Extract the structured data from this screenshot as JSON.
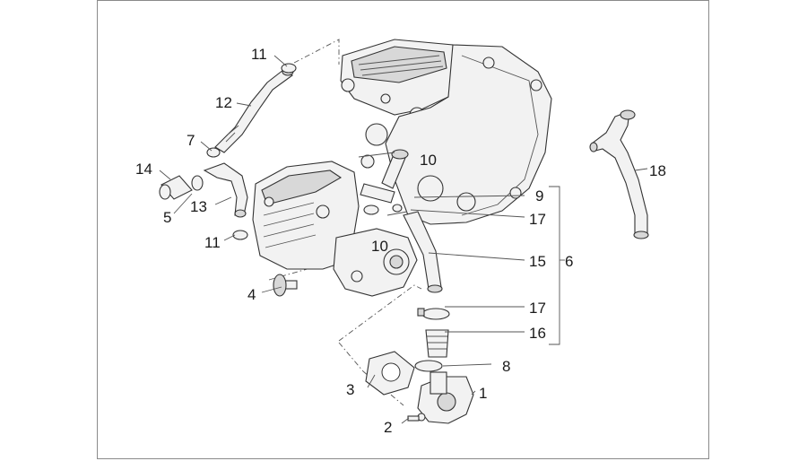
{
  "diagram": {
    "callouts": [
      {
        "id": "c1",
        "label": "1"
      },
      {
        "id": "c2",
        "label": "2"
      },
      {
        "id": "c3",
        "label": "3"
      },
      {
        "id": "c4",
        "label": "4"
      },
      {
        "id": "c5",
        "label": "5"
      },
      {
        "id": "c6",
        "label": "6"
      },
      {
        "id": "c7",
        "label": "7"
      },
      {
        "id": "c8",
        "label": "8"
      },
      {
        "id": "c9",
        "label": "9"
      },
      {
        "id": "c10a",
        "label": "10"
      },
      {
        "id": "c10b",
        "label": "10"
      },
      {
        "id": "c11a",
        "label": "11"
      },
      {
        "id": "c11b",
        "label": "11"
      },
      {
        "id": "c12",
        "label": "12"
      },
      {
        "id": "c13",
        "label": "13"
      },
      {
        "id": "c14",
        "label": "14"
      },
      {
        "id": "c15",
        "label": "15"
      },
      {
        "id": "c16",
        "label": "16"
      },
      {
        "id": "c17a",
        "label": "17"
      },
      {
        "id": "c17b",
        "label": "17"
      },
      {
        "id": "c18",
        "label": "18"
      }
    ]
  }
}
